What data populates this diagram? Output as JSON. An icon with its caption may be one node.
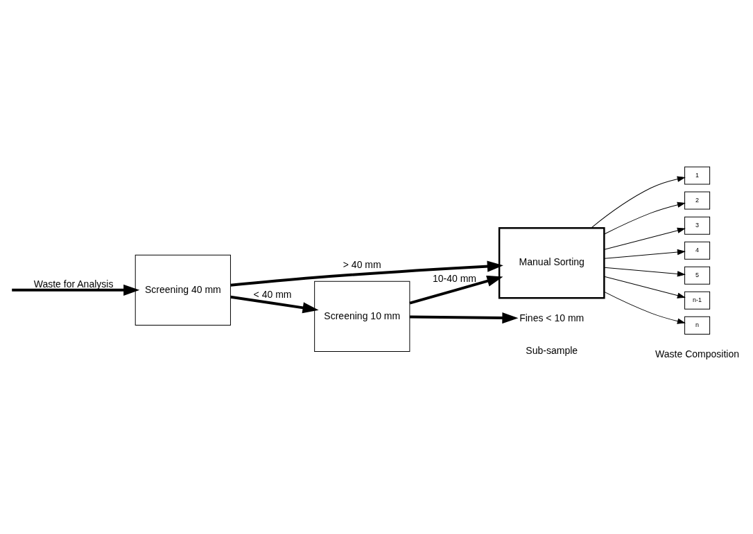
{
  "diagram": {
    "nodes": [
      {
        "text": [
          "Screening 40 mm"
        ]
      },
      {
        "text": [
          "Manual Sorting"
        ]
      },
      {
        "text": [
          "Screening 10 mm"
        ]
      },
      {
        "text": [
          "1"
        ]
      },
      {
        "text": [
          "2"
        ]
      },
      {
        "text": [
          "3"
        ]
      },
      {
        "text": [
          "4"
        ]
      },
      {
        "text": [
          "5"
        ]
      },
      {
        "text": [
          "n-1"
        ]
      },
      {
        "text": [
          "n"
        ]
      },
      {
        "text": [
          "Fines < 10 mm"
        ]
      }
    ],
    "edges": [
      {
        "from": null,
        "to": 0,
        "arrow": "to",
        "label": "Waste for Analysis",
        "style": "thick"
      },
      {
        "from": 0,
        "to": 1,
        "arrow": "to",
        "label": "> 40 mm",
        "style": "thick"
      },
      {
        "from": 0,
        "to": 2,
        "arrow": "to",
        "label": "< 40 mm",
        "style": "thick"
      },
      {
        "from": 2,
        "to": 1,
        "arrow": "to",
        "label": "10-40 mm",
        "style": "thick"
      },
      {
        "from": 2,
        "to": 10,
        "arrow": "to",
        "style": "thick"
      },
      {
        "from": 1,
        "to": 3,
        "arrow": "to"
      },
      {
        "from": 1,
        "to": 4,
        "arrow": "to"
      },
      {
        "from": 1,
        "to": 5,
        "arrow": "to"
      },
      {
        "from": 1,
        "to": 6,
        "arrow": "to"
      },
      {
        "from": 1,
        "to": 7,
        "arrow": "to"
      },
      {
        "from": 1,
        "to": 8,
        "arrow": "to"
      },
      {
        "from": 1,
        "to": 9,
        "arrow": "to"
      }
    ],
    "labels": [
      "Waste Composition",
      "Sub-sample"
    ]
  }
}
